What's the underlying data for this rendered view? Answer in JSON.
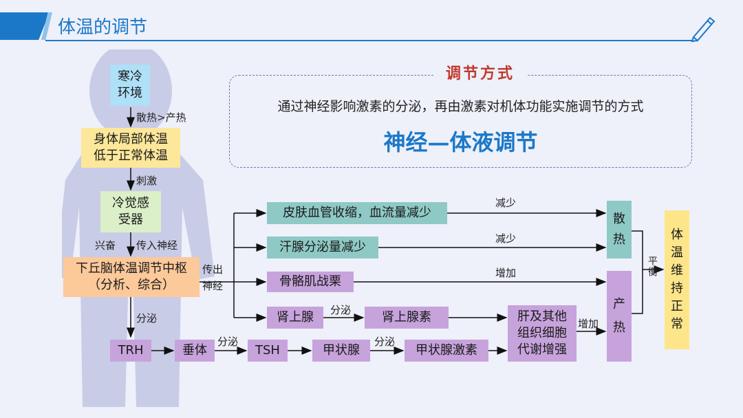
{
  "header": {
    "title": "体温的调节"
  },
  "method": {
    "title": "调节方式",
    "description": "通过神经影响激素的分泌，再由激素对机体功能实施调节的方式",
    "name": "神经—体液调节"
  },
  "nodes": {
    "cold_env": "寒冷环境",
    "body_temp_low": "身体局部体温低于正常体温",
    "cold_receptor": "冷觉感受器",
    "hypothalamus": "下丘脑体温调节中枢（分析、综合）",
    "skin_vessel": "皮肤血管收缩，血流量减少",
    "sweat": "汗腺分泌量减少",
    "muscle": "骨骼肌战栗",
    "adrenal": "肾上腺",
    "adrenaline": "肾上腺素",
    "trh": "TRH",
    "pituitary": "垂体",
    "tsh": "TSH",
    "thyroid": "甲状腺",
    "thyroxine": "甲状腺激素",
    "liver": "肝及其他组织细胞代谢增强",
    "heat_loss": "散热",
    "heat_prod": "产热",
    "balance_result": "体温维持正常"
  },
  "edge_labels": {
    "heat_diff": "散热>产热",
    "stimulate": "刺激",
    "excite": "兴奋",
    "afferent": "传入神经",
    "efferent": "传出神经",
    "secrete1": "分泌",
    "secrete2": "分泌",
    "secrete3": "分泌",
    "secrete4": "分泌",
    "decrease1": "减少",
    "decrease2": "减少",
    "increase1": "增加",
    "increase2": "增加",
    "balance": "平衡"
  },
  "colors": {
    "accent": "#1b78c8",
    "method_title": "#c0392b",
    "method_name": "#1b78c8"
  }
}
